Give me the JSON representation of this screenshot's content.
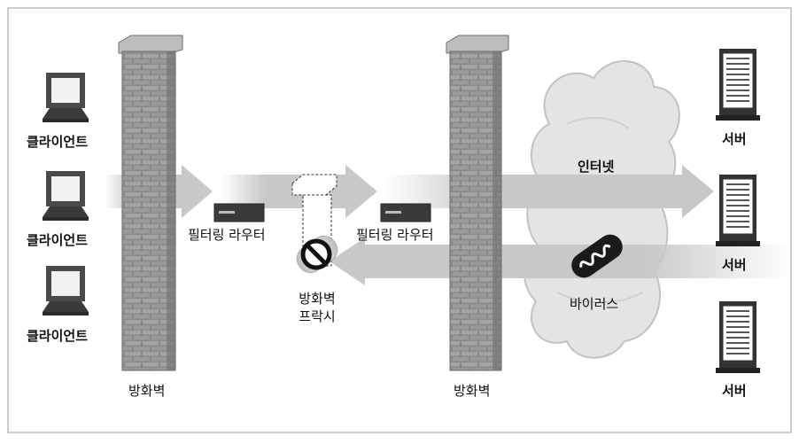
{
  "diagram": {
    "clients": [
      {
        "label": "클라이언트",
        "icon": "computer-icon"
      },
      {
        "label": "클라이언트",
        "icon": "computer-icon"
      },
      {
        "label": "클라이언트",
        "icon": "computer-icon"
      }
    ],
    "firewalls": [
      {
        "label": "방화벽",
        "icon": "brick-wall-icon"
      },
      {
        "label": "방화벽",
        "icon": "brick-wall-icon"
      }
    ],
    "routers": [
      {
        "label": "필터링 라우터",
        "icon": "router-icon"
      },
      {
        "label": "필터링 라우터",
        "icon": "router-icon"
      }
    ],
    "proxy": {
      "line1": "방화벽",
      "line2": "프락시",
      "icon": "no-entry-icon"
    },
    "internet": {
      "label": "인터넷",
      "icon": "cloud-icon"
    },
    "virus": {
      "label": "바이러스",
      "icon": "virus-icon"
    },
    "servers": [
      {
        "label": "서버",
        "icon": "server-icon"
      },
      {
        "label": "서버",
        "icon": "server-icon"
      },
      {
        "label": "서버",
        "icon": "server-icon"
      }
    ],
    "colors": {
      "border": "#999999",
      "arrow": "#cccccc",
      "wall": "#8a8a8a",
      "cloud": "#e2e2e2",
      "dark": "#2a2a2a"
    }
  }
}
